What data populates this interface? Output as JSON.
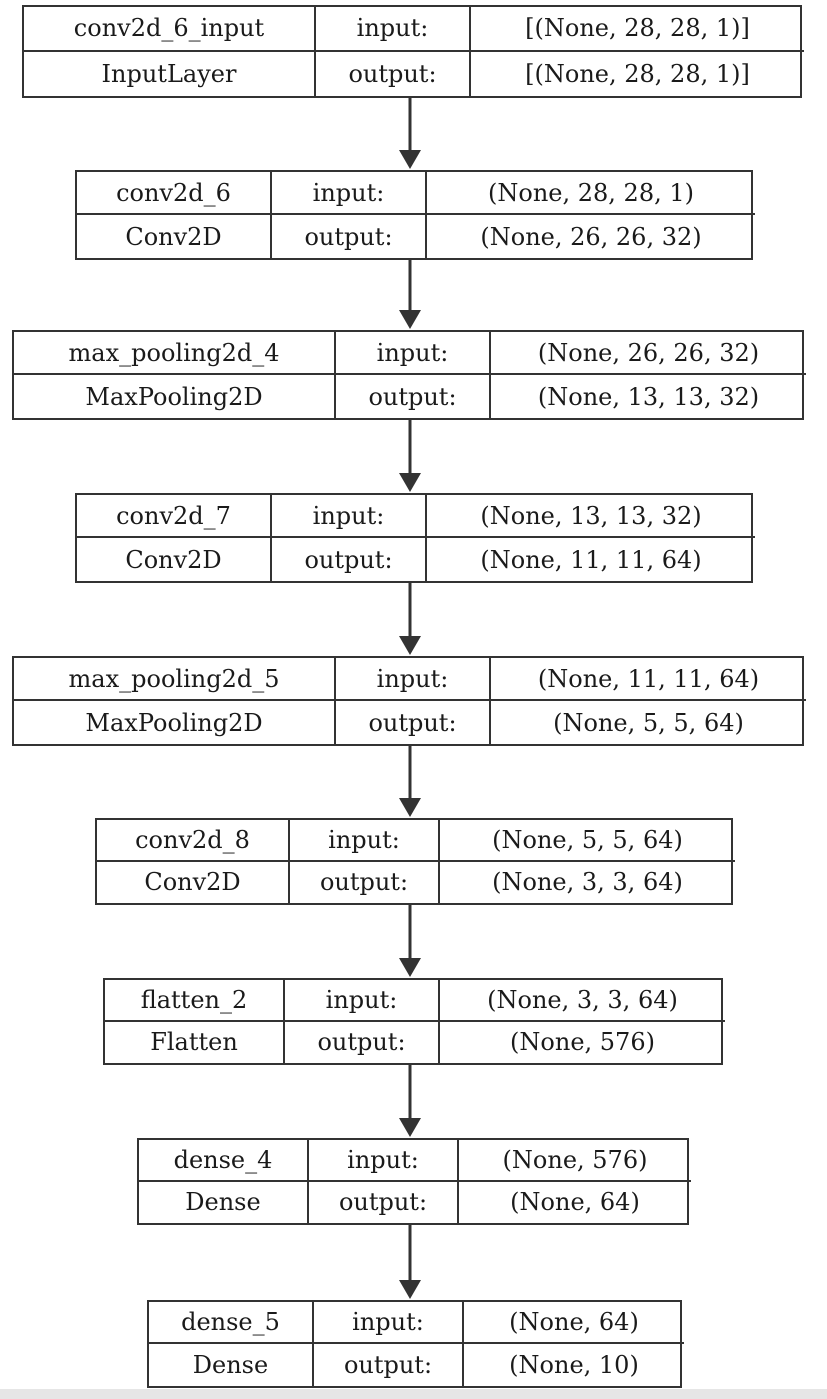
{
  "edge_color": "#333333",
  "border_color": "#333333",
  "background": "#ffffff",
  "layers": [
    {
      "name": "conv2d_6_input",
      "class_name": "InputLayer",
      "input_label": "input:",
      "output_label": "output:",
      "input_shape": "[(None, 28, 28, 1)]",
      "output_shape": "[(None, 28, 28, 1)]"
    },
    {
      "name": "conv2d_6",
      "class_name": "Conv2D",
      "input_label": "input:",
      "output_label": "output:",
      "input_shape": "(None, 28, 28, 1)",
      "output_shape": "(None, 26, 26, 32)"
    },
    {
      "name": "max_pooling2d_4",
      "class_name": "MaxPooling2D",
      "input_label": "input:",
      "output_label": "output:",
      "input_shape": "(None, 26, 26, 32)",
      "output_shape": "(None, 13, 13, 32)"
    },
    {
      "name": "conv2d_7",
      "class_name": "Conv2D",
      "input_label": "input:",
      "output_label": "output:",
      "input_shape": "(None, 13, 13, 32)",
      "output_shape": "(None, 11, 11, 64)"
    },
    {
      "name": "max_pooling2d_5",
      "class_name": "MaxPooling2D",
      "input_label": "input:",
      "output_label": "output:",
      "input_shape": "(None, 11, 11, 64)",
      "output_shape": "(None, 5, 5, 64)"
    },
    {
      "name": "conv2d_8",
      "class_name": "Conv2D",
      "input_label": "input:",
      "output_label": "output:",
      "input_shape": "(None, 5, 5, 64)",
      "output_shape": "(None, 3, 3, 64)"
    },
    {
      "name": "flatten_2",
      "class_name": "Flatten",
      "input_label": "input:",
      "output_label": "output:",
      "input_shape": "(None, 3, 3, 64)",
      "output_shape": "(None, 576)"
    },
    {
      "name": "dense_4",
      "class_name": "Dense",
      "input_label": "input:",
      "output_label": "output:",
      "input_shape": "(None, 576)",
      "output_shape": "(None, 64)"
    },
    {
      "name": "dense_5",
      "class_name": "Dense",
      "input_label": "input:",
      "output_label": "output:",
      "input_shape": "(None, 64)",
      "output_shape": "(None, 10)"
    }
  ]
}
